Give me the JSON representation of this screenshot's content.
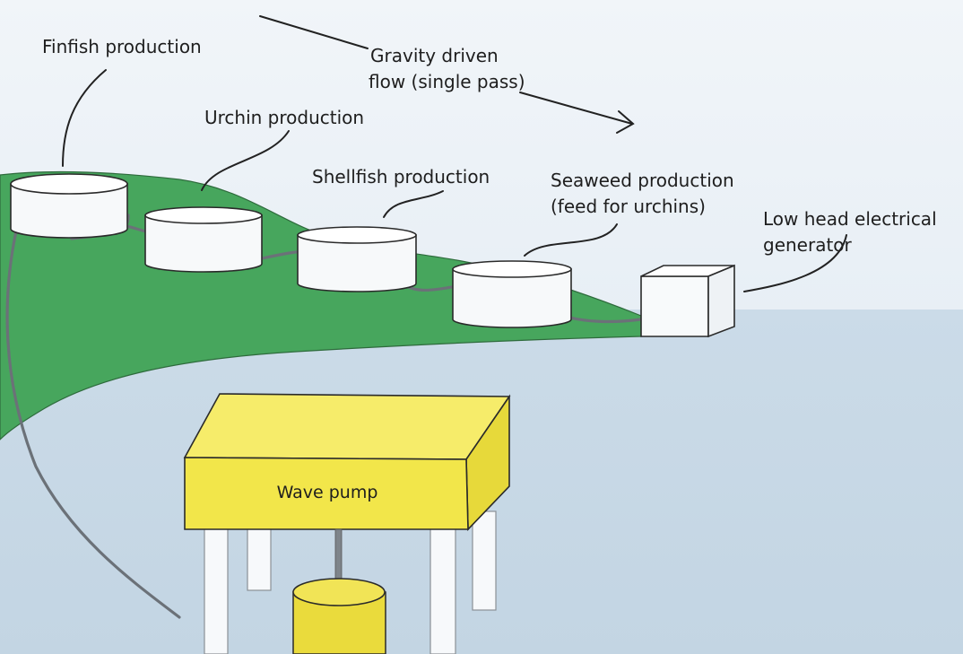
{
  "labels": {
    "finfish": "Finfish production",
    "urchin": "Urchin production",
    "shellfish": "Shellfish production",
    "seaweed_line1": "Seaweed production",
    "seaweed_line2": "(feed for urchins)",
    "generator_line1": "Low head electrical",
    "generator_line2": "generator",
    "flow_line1": "Gravity driven",
    "flow_line2": "flow (single pass)",
    "wave_pump": "Wave pump"
  },
  "colors": {
    "sky": "#e6eef5",
    "sea": "#c9d9e6",
    "land": "#47a65d",
    "pump_box": "#f2e64a",
    "pump_cylinder": "#eadb3c",
    "tank": "#ffffff",
    "pipe": "#6b7178"
  }
}
